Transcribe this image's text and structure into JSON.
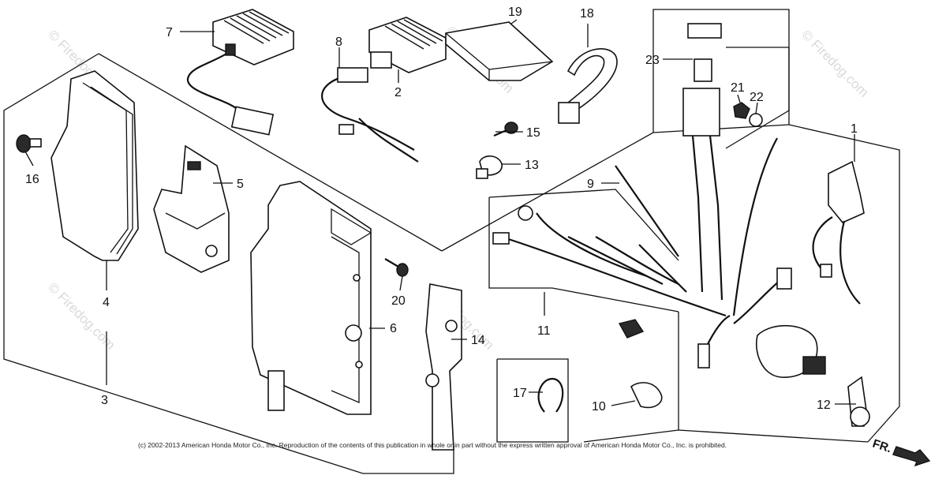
{
  "watermark_text": "© Firedog.com",
  "copyright": "(c) 2002-2013 American Honda Motor Co., Inc. Reproduction of the contents of this publication in whole or in part without the express written approval of American Honda Motor Co., Inc. is prohibited.",
  "direction_label": "FR.",
  "callouts": {
    "c1": "1",
    "c2": "2",
    "c3": "3",
    "c4": "4",
    "c5": "5",
    "c6": "6",
    "c7": "7",
    "c8": "8",
    "c9": "9",
    "c10": "10",
    "c11": "11",
    "c12": "12",
    "c13": "13",
    "c14": "14",
    "c15": "15",
    "c16": "16",
    "c17": "17",
    "c18": "18",
    "c19": "19",
    "c20": "20",
    "c21": "21",
    "c22": "22",
    "c23": "23"
  }
}
